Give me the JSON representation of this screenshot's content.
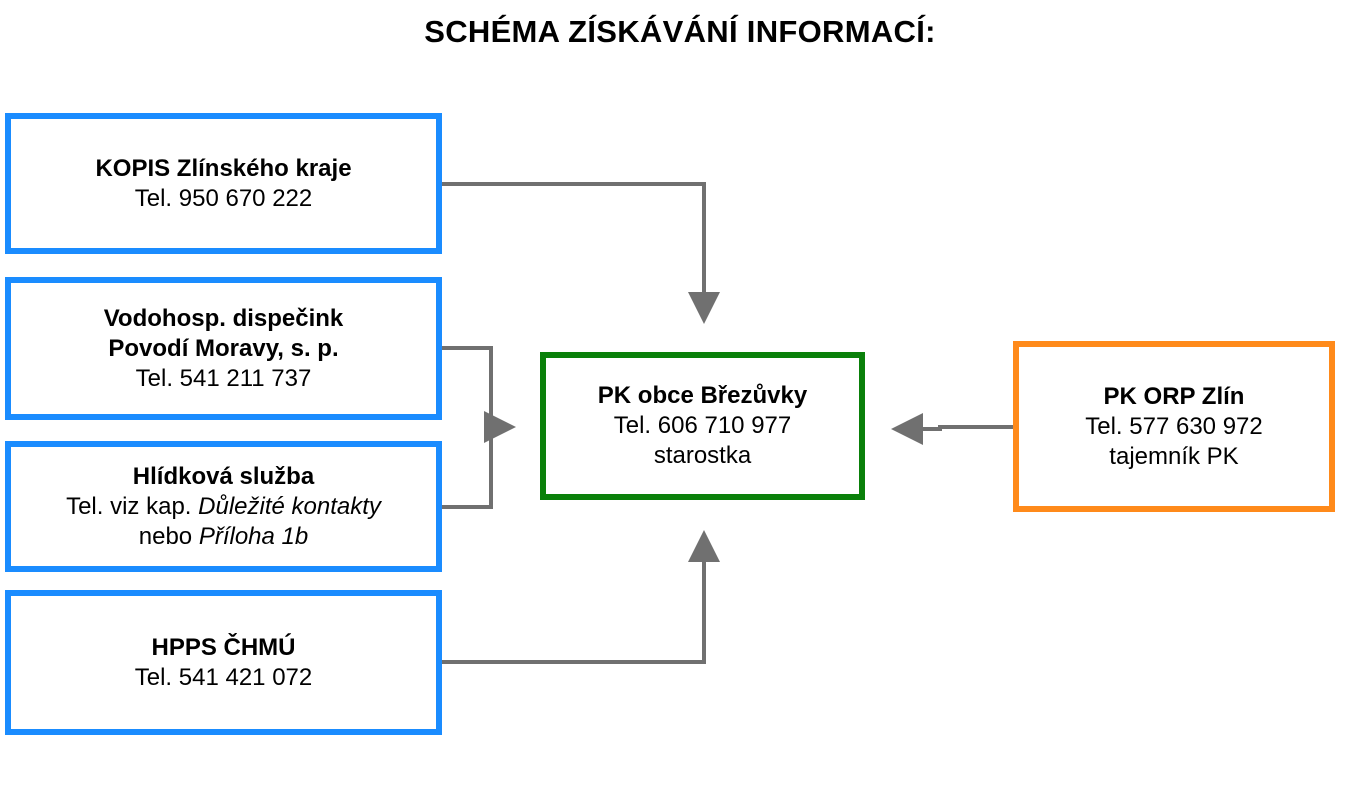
{
  "title": "SCHÉMA ZÍSKÁVÁNÍ INFORMACÍ:",
  "colors": {
    "blue": "#1a8cff",
    "green": "#0a800a",
    "orange": "#ff8a1a",
    "arrow": "#707070"
  },
  "nodes": {
    "kopis": {
      "name": "KOPIS Zlínského kraje",
      "tel": "Tel. 950 670 222"
    },
    "povodi": {
      "name_line1": "Vodohosp. dispečink",
      "name_line2": "Povodí Moravy, s. p.",
      "tel": "Tel. 541 211 737"
    },
    "hlidkova": {
      "name": "Hlídková služba",
      "tel_prefix": "Tel. viz kap.",
      "tel_ref": "Důležité kontakty",
      "alt_prefix": "nebo",
      "alt_ref": "Příloha 1b"
    },
    "hpps": {
      "name": "HPPS ČHMÚ",
      "tel": "Tel. 541 421 072"
    },
    "pk_obce": {
      "name": "PK obce Březůvky",
      "tel": "Tel. 606 710 977",
      "role": "starostka"
    },
    "pk_orp": {
      "name": "PK ORP Zlín",
      "tel": "Tel. 577 630 972",
      "role": "tajemník PK"
    }
  }
}
